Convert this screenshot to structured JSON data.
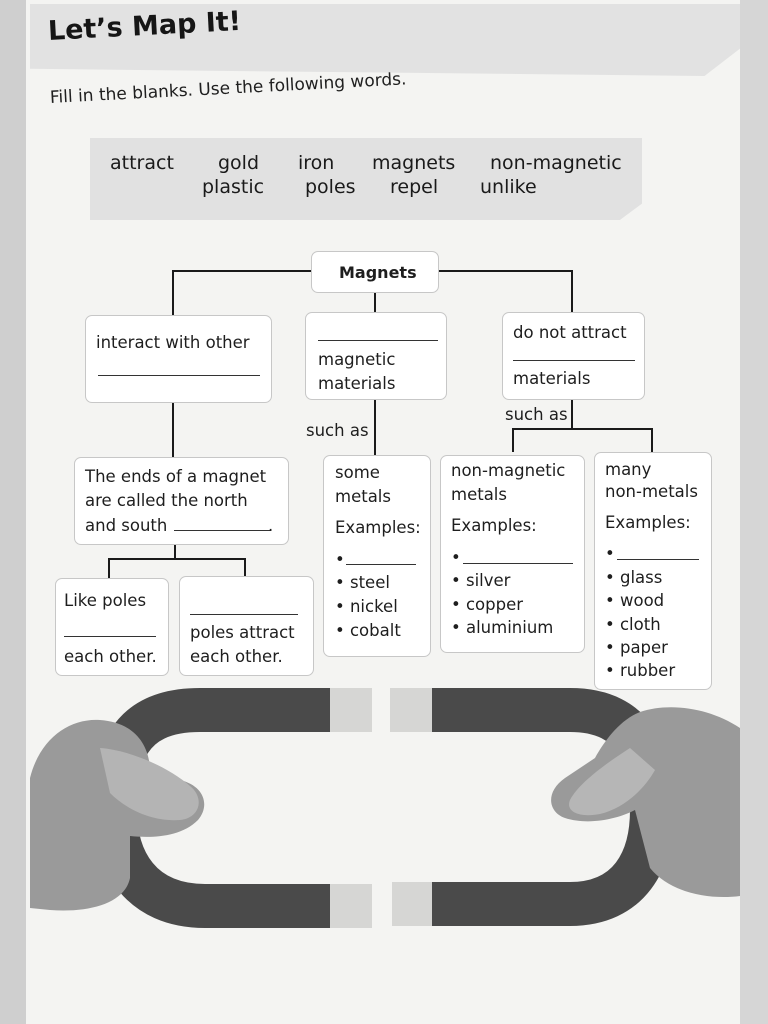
{
  "title": "Let’s Map It!",
  "instruction": "Fill in the blanks. Use the following words.",
  "word_bank": [
    "attract",
    "gold",
    "iron",
    "magnets",
    "non-magnetic",
    "plastic",
    "poles",
    "repel",
    "unlike"
  ],
  "map": {
    "root": "Magnets",
    "left": {
      "line1": "interact with other"
    },
    "middle": {
      "line1": "magnetic",
      "line2": "materials"
    },
    "right": {
      "line1": "do not attract",
      "line2": "materials"
    },
    "such_as_left": "such as",
    "such_as_right": "such as",
    "ends": {
      "line1": "The ends of a magnet",
      "line2": "are called the north",
      "line3": "and south"
    },
    "like_poles": {
      "line1": "Like poles",
      "line2": "each other."
    },
    "unlike_poles": {
      "line1": "poles attract",
      "line2": "each other."
    },
    "some_metals": {
      "line1": "some",
      "line2": "metals",
      "examples_label": "Examples:",
      "items": [
        "• steel",
        "• nickel",
        "• cobalt"
      ]
    },
    "nonmag_metals": {
      "line1": "non-magnetic",
      "line2": "metals",
      "examples_label": "Examples:",
      "items": [
        "• silver",
        "• copper",
        "• aluminium"
      ]
    },
    "nonmetals": {
      "line1": "many",
      "line2": "non-metals",
      "examples_label": "Examples:",
      "items": [
        "• glass",
        "• wood",
        "• cloth",
        "• paper",
        "• rubber"
      ]
    },
    "bullet": "•"
  },
  "colors": {
    "magnet_body": "#4a4a4a",
    "magnet_pole": "#d6d6d4",
    "skin": "#9a9a9a"
  }
}
